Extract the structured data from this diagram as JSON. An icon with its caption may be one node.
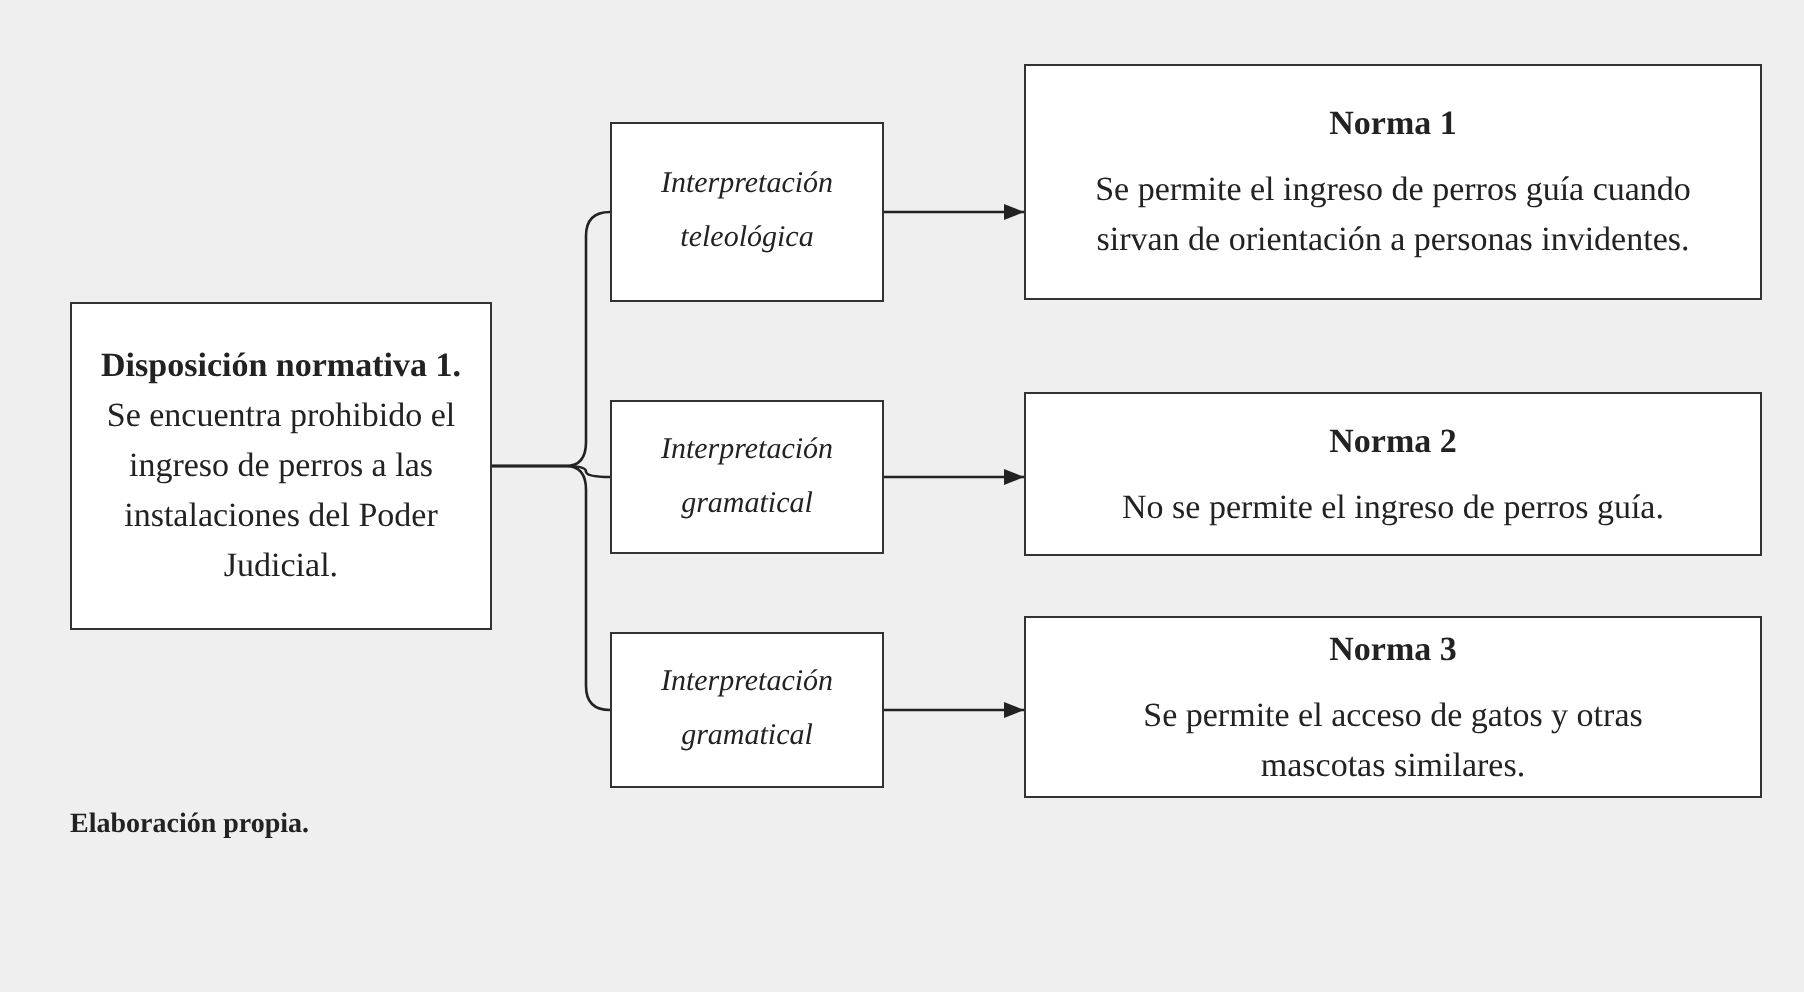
{
  "diagram": {
    "caption": "Elaboración propia.",
    "nodes": [
      {
        "text": [
          "Disposición normativa 1.",
          "Se encuentra prohibido el ingreso de perros a las instalaciones del Poder Judicial."
        ]
      },
      {
        "text": [
          "Interpretación teleológica"
        ]
      },
      {
        "text": [
          "Interpretación gramatical"
        ]
      },
      {
        "text": [
          "Interpretación gramatical"
        ]
      },
      {
        "text": [
          "Norma 1",
          "Se permite el ingreso de perros guía cuando sirvan de orientación a personas invidentes."
        ]
      },
      {
        "text": [
          "Norma 2",
          "No se permite el ingreso de perros guía."
        ]
      },
      {
        "text": [
          "Norma 3",
          "Se permite el acceso de gatos y otras mascotas similares."
        ]
      }
    ],
    "edges": [
      {
        "from": 0,
        "to": 1,
        "arrow": "none"
      },
      {
        "from": 0,
        "to": 2,
        "arrow": "none"
      },
      {
        "from": 0,
        "to": 3,
        "arrow": "none"
      },
      {
        "from": 1,
        "to": 4,
        "arrow": "to"
      },
      {
        "from": 2,
        "to": 5,
        "arrow": "to"
      },
      {
        "from": 3,
        "to": 6,
        "arrow": "to"
      }
    ]
  }
}
